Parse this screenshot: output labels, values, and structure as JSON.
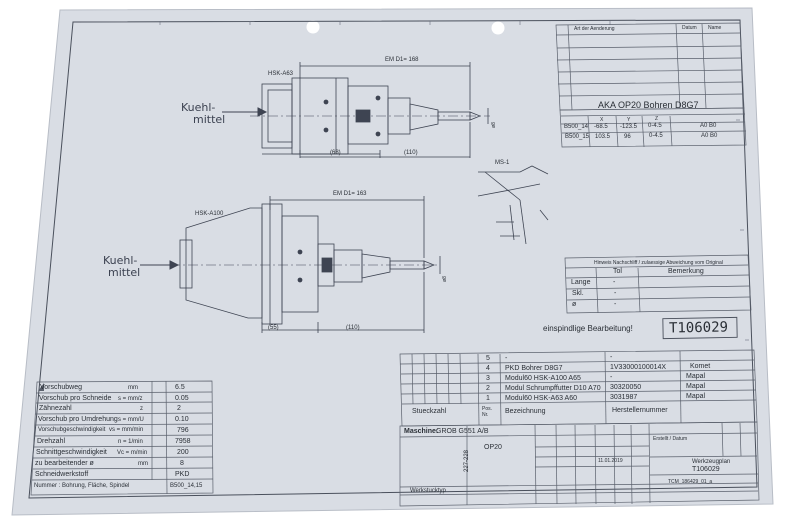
{
  "drawing": {
    "labels": {
      "kuehl_top": "Kuehl-",
      "mittel_top": "mittel",
      "kuehl_bottom": "Kuehl-",
      "mittel_bottom": "mittel",
      "hsk_a63": "HSK-A63",
      "hsk_a100": "HSK-A100",
      "em_top": "EM D1= 168",
      "em_bottom": "EM D1= 163",
      "dim_168": "(68)",
      "dim_110_top": "(110)",
      "dim_55": "(55)",
      "dim_110_bottom": "(110)",
      "ms1": "MS-1",
      "dia_top": "ø8",
      "dia_bottom": "ø8",
      "gauge_top": "ø8",
      "gauge_bottom": "ø8",
      "einspindlige": "einspindlige Bearbeitung!",
      "t_number": "T106029"
    }
  },
  "revision": {
    "header": "Art der Aenderung",
    "datum": "Datum",
    "name": "Name"
  },
  "position_block": {
    "title": "AKA OP20 Bohren D8G7",
    "columns": [
      "",
      "X",
      "Y",
      "Z",
      "",
      ""
    ],
    "rows": [
      [
        "B500_14",
        "-68.5",
        "-123.5",
        "0-4.5",
        "A0 B0"
      ],
      [
        "B500_15",
        "103.5",
        "96",
        "0-4.5",
        "A0 B0"
      ]
    ]
  },
  "tolerance": {
    "title": "Hinweis Nachschliff / zulaessige Abweichung vom Original",
    "col_tol": "Tol",
    "col_bem": "Bemerkung",
    "rows": [
      {
        "label": "Lange",
        "tol": "-"
      },
      {
        "label": "Skl.",
        "tol": "-"
      },
      {
        "label": "ø",
        "tol": "-"
      }
    ]
  },
  "parts_list": {
    "rows": [
      {
        "pos": "5",
        "bez": "-",
        "herst": "-",
        "firma": ""
      },
      {
        "pos": "4",
        "bez": "PKD Bohrer D8G7",
        "herst": "1V33000100014X",
        "firma": "Komet"
      },
      {
        "pos": "3",
        "bez": "Modul60 HSK-A100 A65",
        "herst": "-",
        "firma": "Mapal"
      },
      {
        "pos": "2",
        "bez": "Modul Schrumpffutter D10 A70",
        "herst": "30320050",
        "firma": "Mapal"
      },
      {
        "pos": "1",
        "bez": "Modul60 HSK-A63 A60",
        "herst": "3031987",
        "firma": "Mapal"
      }
    ],
    "col_stueck": "Stueckzahl",
    "col_pos": "Pos. Nr.",
    "col_bez": "Bezeichnung",
    "col_herst": "Herstellernummer"
  },
  "params": {
    "rows": [
      {
        "label": "Vorschubweg",
        "unit": "mm",
        "value": "6.5"
      },
      {
        "label": "Vorschub pro Schneide",
        "unit": "s = mm/z",
        "value": "0.05"
      },
      {
        "label": "Zähnezahl",
        "unit": "z",
        "value": "2"
      },
      {
        "label": "Vorschub pro Umdrehung",
        "unit": "s = mm/U",
        "value": "0.10"
      },
      {
        "label": "Vorschubgeschwindigkeit",
        "unit": "vs = mm/min",
        "value": "796"
      },
      {
        "label": "Drehzahl",
        "unit": "n = 1/min",
        "value": "7958"
      },
      {
        "label": "Schnittgeschwindigkeit",
        "unit": "Vc = m/min",
        "value": "200"
      },
      {
        "label": "zu bearbeitender ø",
        "unit": "mm",
        "value": "8"
      },
      {
        "label": "Schneidwerkstoff",
        "unit": "",
        "value": "PKD"
      },
      {
        "label": "Nummer : Bohrung, Fläche, Spindel",
        "unit": "",
        "value": "B500_14,15"
      }
    ]
  },
  "machine": {
    "label": "Maschine:",
    "value": "GROB G551 A/B",
    "op": "OP20",
    "part_vertical": "227-228",
    "werkstucktyp": "Werkstucktyp"
  },
  "title_block": {
    "werkzeugplan": "Werkzeugplan",
    "t_number": "T106029",
    "tcm": "TCM_186429_01_a",
    "date": "11.01.2019",
    "ersteller": "Erstellt / Datum"
  }
}
